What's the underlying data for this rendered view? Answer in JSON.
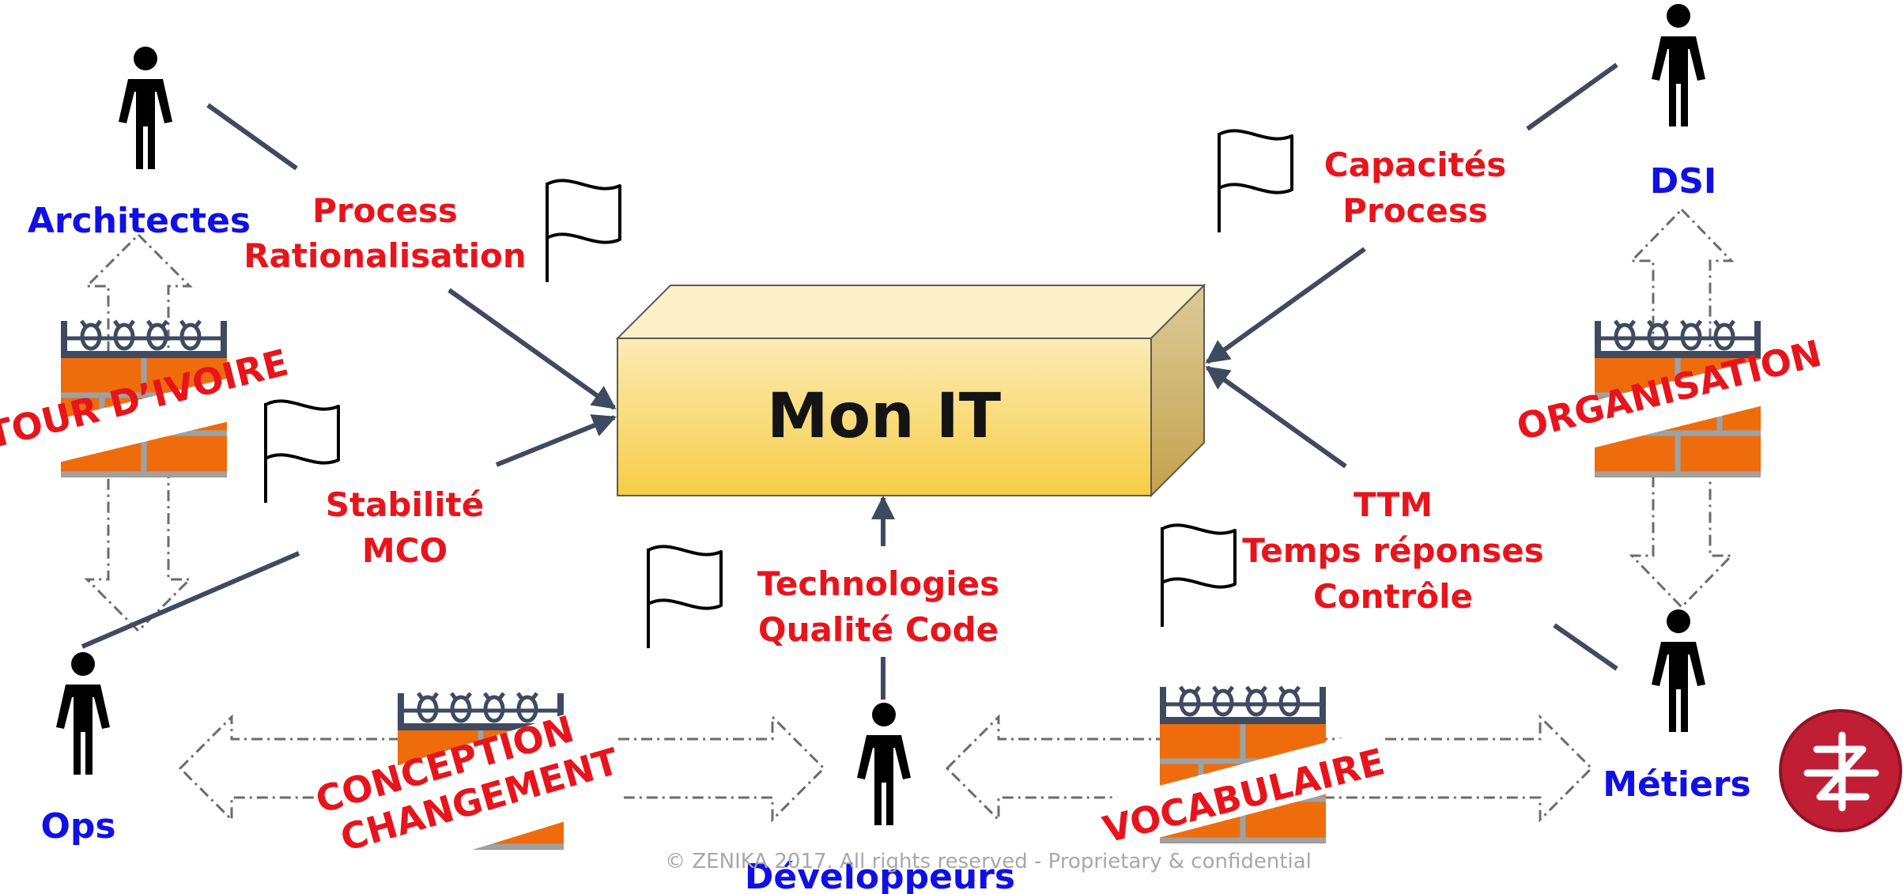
{
  "system": {
    "label": "Mon IT"
  },
  "actors": {
    "architectes": "Architectes",
    "ops": "Ops",
    "dsi": "DSI",
    "metiers": "Métiers",
    "developpeurs": "Développeurs"
  },
  "concerns": {
    "architectes": [
      "Process",
      "Rationalisation"
    ],
    "ops": [
      "Stabilité",
      "MCO"
    ],
    "dsi": [
      "Capacités",
      "Process"
    ],
    "metiers": [
      "TTM",
      "Temps réponses",
      "Contrôle"
    ],
    "developpeurs": [
      "Technologies",
      "Qualité Code"
    ]
  },
  "walls": {
    "architectes_ops": "TOUR D’IVOIRE",
    "dsi_metiers": "ORGANISATION",
    "ops_dev": [
      "CONCEPTION",
      "CHANGEMENT"
    ],
    "dev_metiers": "VOCABULAIRE"
  },
  "footer": "© ZENIKA 2017. All rights reserved  -  Proprietary & confidential",
  "icons": {
    "actor": "person-icon",
    "flag": "flag-icon",
    "wall": "brick-wall-icon",
    "logo": "zenika-logo-icon"
  },
  "colors": {
    "actor_label": "#1010e6",
    "concern": "#e8141c",
    "arrow": "#3e4a5f",
    "box_front": "#f8d55e",
    "brick": "#ef6c0c",
    "logo": "#c01e35"
  }
}
